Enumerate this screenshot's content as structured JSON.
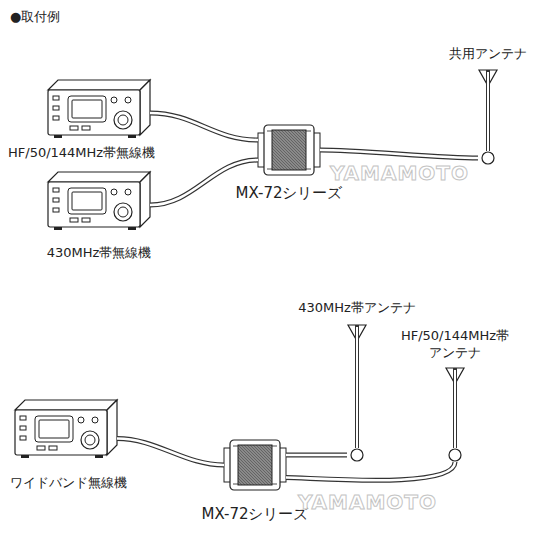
{
  "diagram": {
    "title": "●取付例",
    "nodes": [
      {
        "text": [
          "HF/50/144MHz帯無線機"
        ]
      },
      {
        "text": [
          "430MHz帯無線機"
        ]
      },
      {
        "text": [
          "MX-72シリーズ"
        ]
      },
      {
        "text": [
          "共用アンテナ"
        ]
      },
      {
        "text": [
          "ワイドバンド無線機"
        ]
      },
      {
        "text": [
          "MX-72シリーズ"
        ]
      },
      {
        "text": [
          "430MHz帯アンテナ"
        ]
      },
      {
        "text": [
          "HF/50/144MHz帯 アンテナ"
        ]
      }
    ],
    "edges": [
      {
        "from": 0,
        "to": 2,
        "arrow": "none"
      },
      {
        "from": 1,
        "to": 2,
        "arrow": "none"
      },
      {
        "from": 2,
        "to": 3,
        "arrow": "none"
      },
      {
        "from": 4,
        "to": 5,
        "arrow": "none"
      },
      {
        "from": 5,
        "to": 6,
        "arrow": "none"
      },
      {
        "from": 5,
        "to": 7,
        "arrow": "none"
      }
    ],
    "labels": [
      "YAMAMOTO",
      "YAMAMOTO"
    ]
  }
}
